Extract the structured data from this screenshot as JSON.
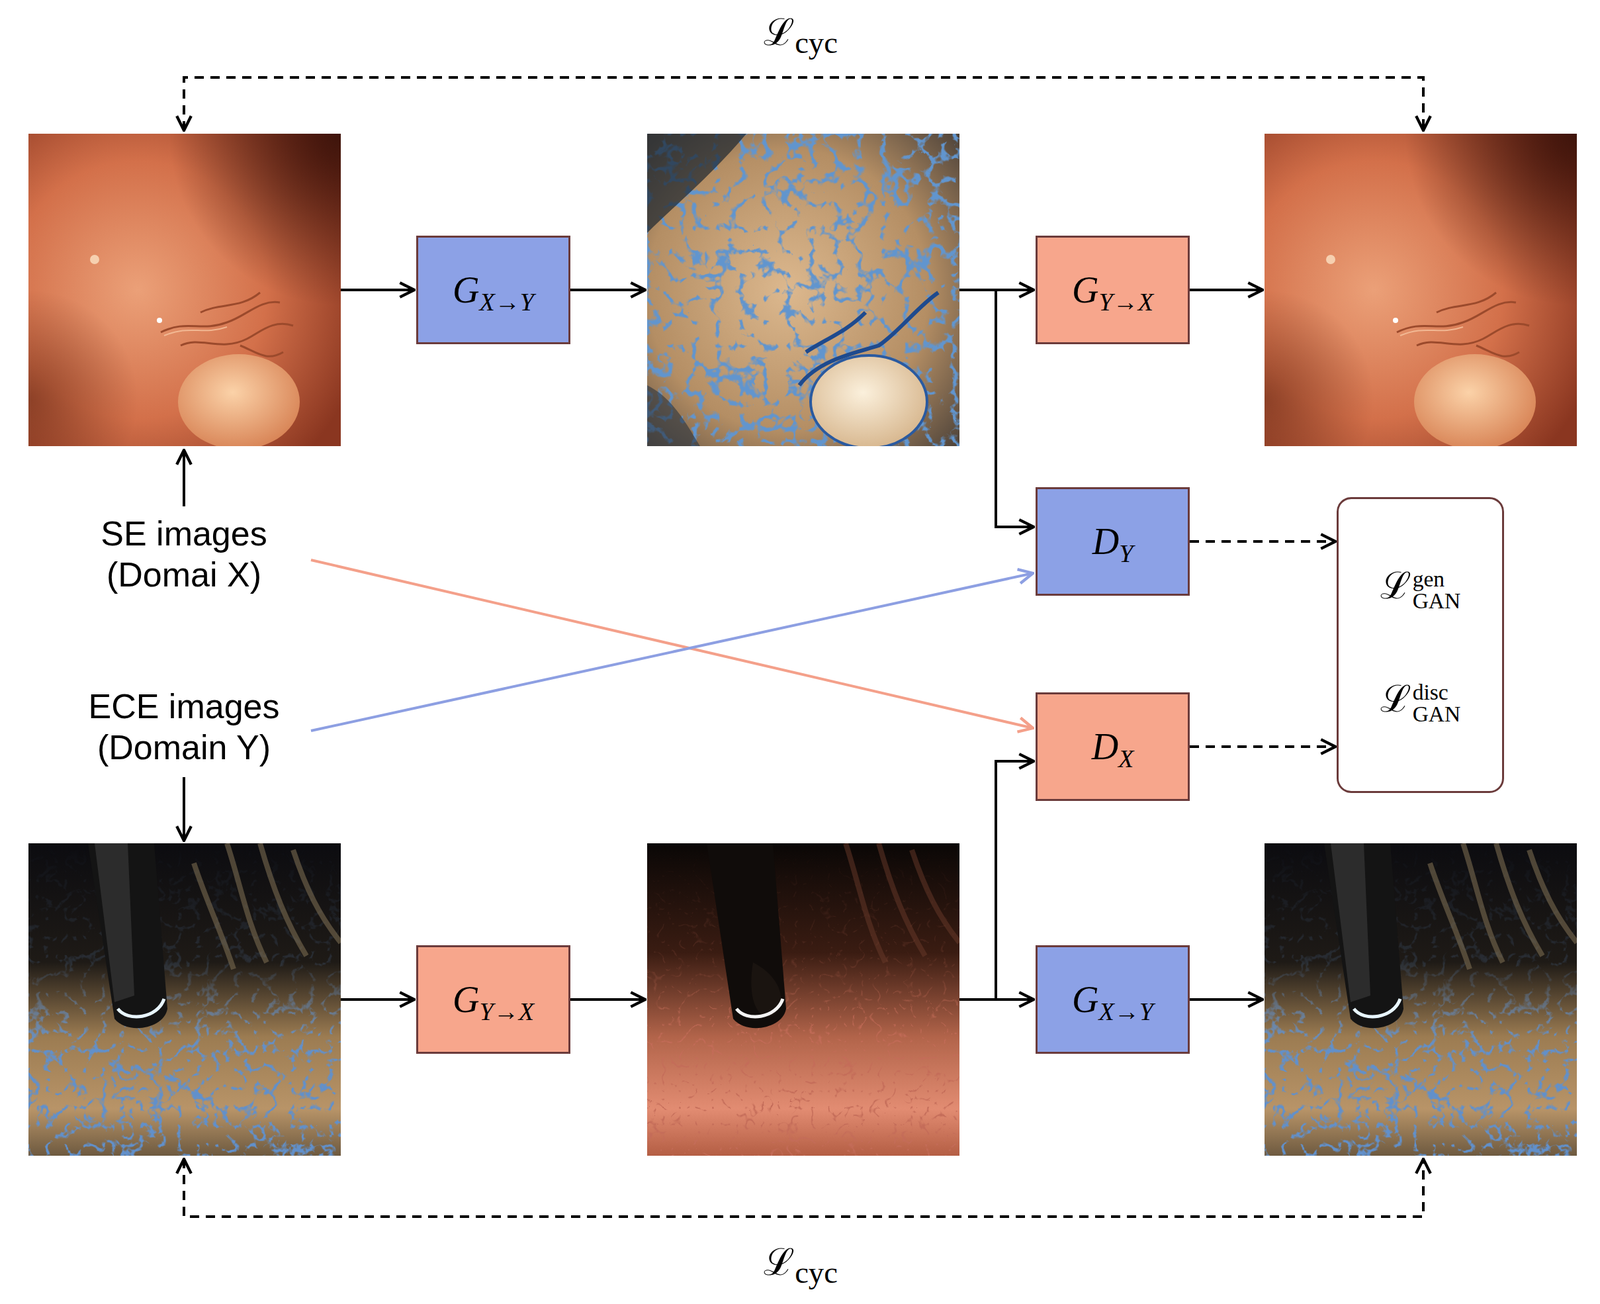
{
  "diagram": {
    "nodes": [
      {
        "text": [
          "GX→Y"
        ]
      },
      {
        "text": [
          "GY→X"
        ]
      },
      {
        "text": [
          "DY"
        ]
      },
      {
        "text": [
          "ℒgenGAN",
          "ℒdiscGAN"
        ]
      },
      {
        "text": [
          "DX"
        ]
      },
      {
        "text": [
          "GY→X"
        ]
      },
      {
        "text": [
          "GX→Y"
        ]
      }
    ],
    "edges": [
      {
        "from": 2,
        "to": 3,
        "arrow": "to"
      },
      {
        "from": 4,
        "to": 3,
        "arrow": "to"
      }
    ],
    "labels": [
      "ℒcyc",
      "SE images (Domai X)",
      "ECE images (Domain Y)",
      "ℒcyc"
    ]
  }
}
